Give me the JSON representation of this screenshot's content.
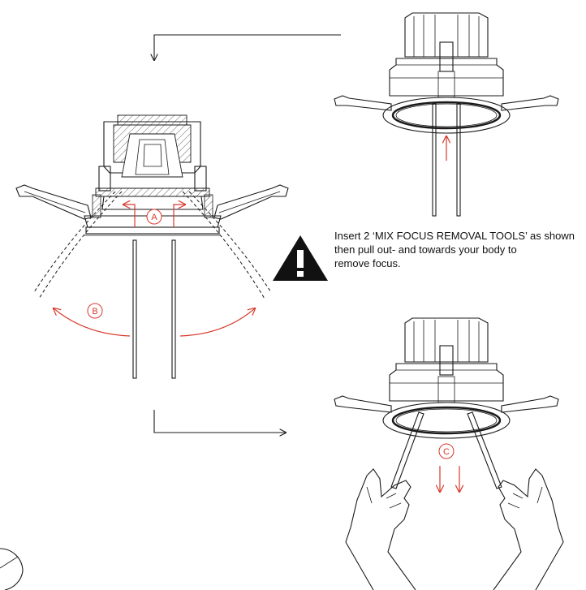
{
  "warning": {
    "icon": "warning-triangle-icon",
    "lines": [
      "Insert 2 ‘MIX FOCUS REMOVAL TOOLS’ as shown",
      "then pull out- and towards your body to",
      "remove focus."
    ]
  },
  "step_labels": {
    "a": "A",
    "b": "B",
    "c": "C"
  },
  "colors": {
    "ink": "#1a1a1a",
    "accent_red": "#d8392b"
  }
}
